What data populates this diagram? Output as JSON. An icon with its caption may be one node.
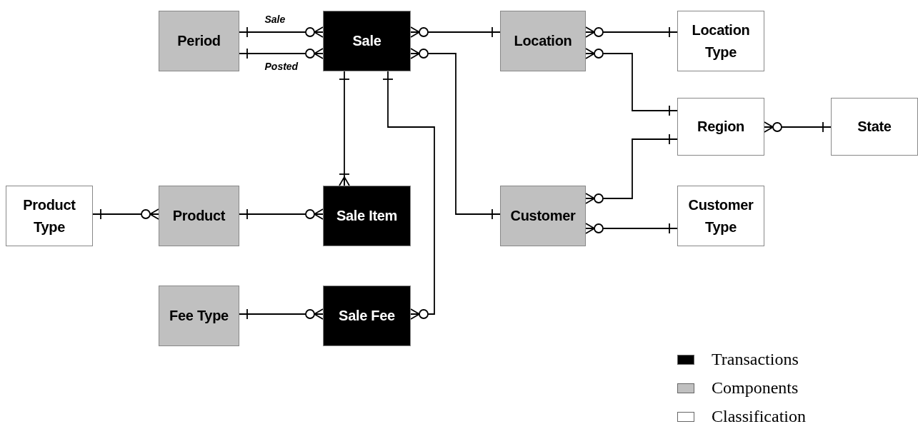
{
  "diagram": {
    "nodes": [
      {
        "text": [
          "Period"
        ]
      },
      {
        "text": [
          "Sale"
        ]
      },
      {
        "text": [
          "Location"
        ]
      },
      {
        "text": [
          "Location Type"
        ]
      },
      {
        "text": [
          "Region"
        ]
      },
      {
        "text": [
          "State"
        ]
      },
      {
        "text": [
          "Product Type"
        ]
      },
      {
        "text": [
          "Product"
        ]
      },
      {
        "text": [
          "Sale Item"
        ]
      },
      {
        "text": [
          "Customer"
        ]
      },
      {
        "text": [
          "Customer Type"
        ]
      },
      {
        "text": [
          "Fee Type"
        ]
      },
      {
        "text": [
          "Sale Fee"
        ]
      }
    ],
    "edges": [
      {
        "from": 0,
        "to": 1,
        "arrow": "other",
        "label": "Sale"
      },
      {
        "from": 0,
        "to": 1,
        "arrow": "other",
        "label": "Posted"
      },
      {
        "from": 1,
        "to": 2,
        "arrow": "other"
      },
      {
        "from": 1,
        "to": 9,
        "arrow": "other"
      },
      {
        "from": 1,
        "to": 8,
        "arrow": "other"
      },
      {
        "from": 1,
        "to": 12,
        "arrow": "other"
      },
      {
        "from": 2,
        "to": 3,
        "arrow": "other"
      },
      {
        "from": 2,
        "to": 4,
        "arrow": "other"
      },
      {
        "from": 9,
        "to": 4,
        "arrow": "other"
      },
      {
        "from": 9,
        "to": 10,
        "arrow": "other"
      },
      {
        "from": 4,
        "to": 5,
        "arrow": "other"
      },
      {
        "from": 6,
        "to": 7,
        "arrow": "other"
      },
      {
        "from": 7,
        "to": 8,
        "arrow": "other"
      },
      {
        "from": 11,
        "to": 12,
        "arrow": "other"
      }
    ],
    "legend": [
      {
        "text": "Transactions",
        "color": "#000000"
      },
      {
        "text": "Components",
        "color": "#c0c0c0"
      },
      {
        "text": "Classification",
        "color": "#ffffff"
      }
    ]
  }
}
